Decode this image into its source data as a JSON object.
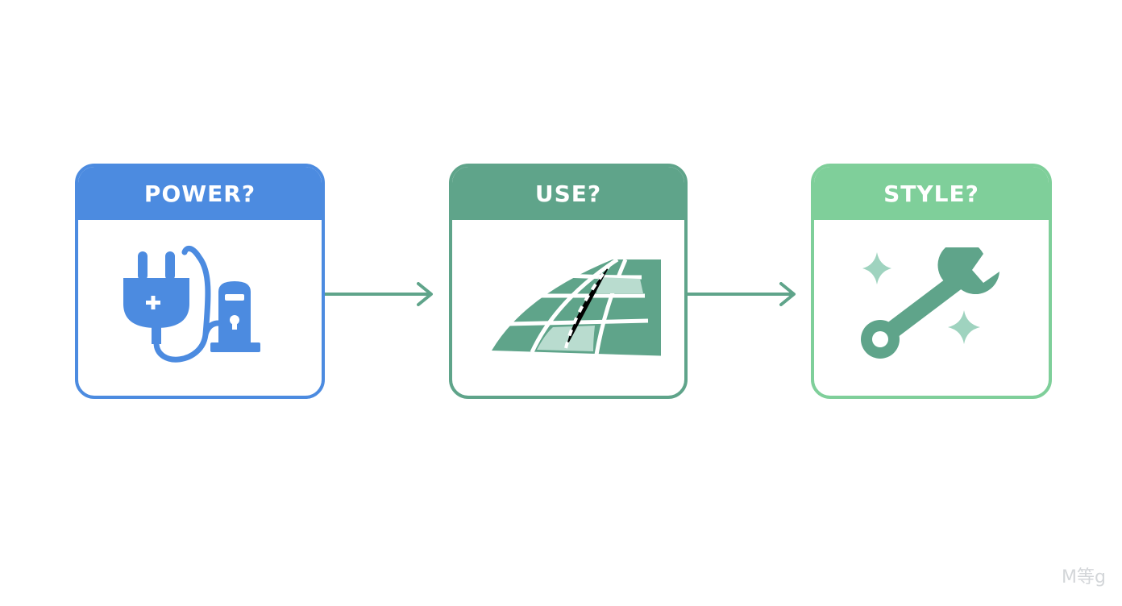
{
  "steps": [
    {
      "title": "POWER?",
      "icon": "plug-charger-icon",
      "color": "#4c8be0"
    },
    {
      "title": "USE?",
      "icon": "road-terrain-icon",
      "color": "#5fa48a"
    },
    {
      "title": "STYLE?",
      "icon": "wrench-sparkles-icon",
      "color": "#7fcf9a"
    }
  ],
  "arrow_color": "#5fa48a",
  "watermark": "M等g"
}
